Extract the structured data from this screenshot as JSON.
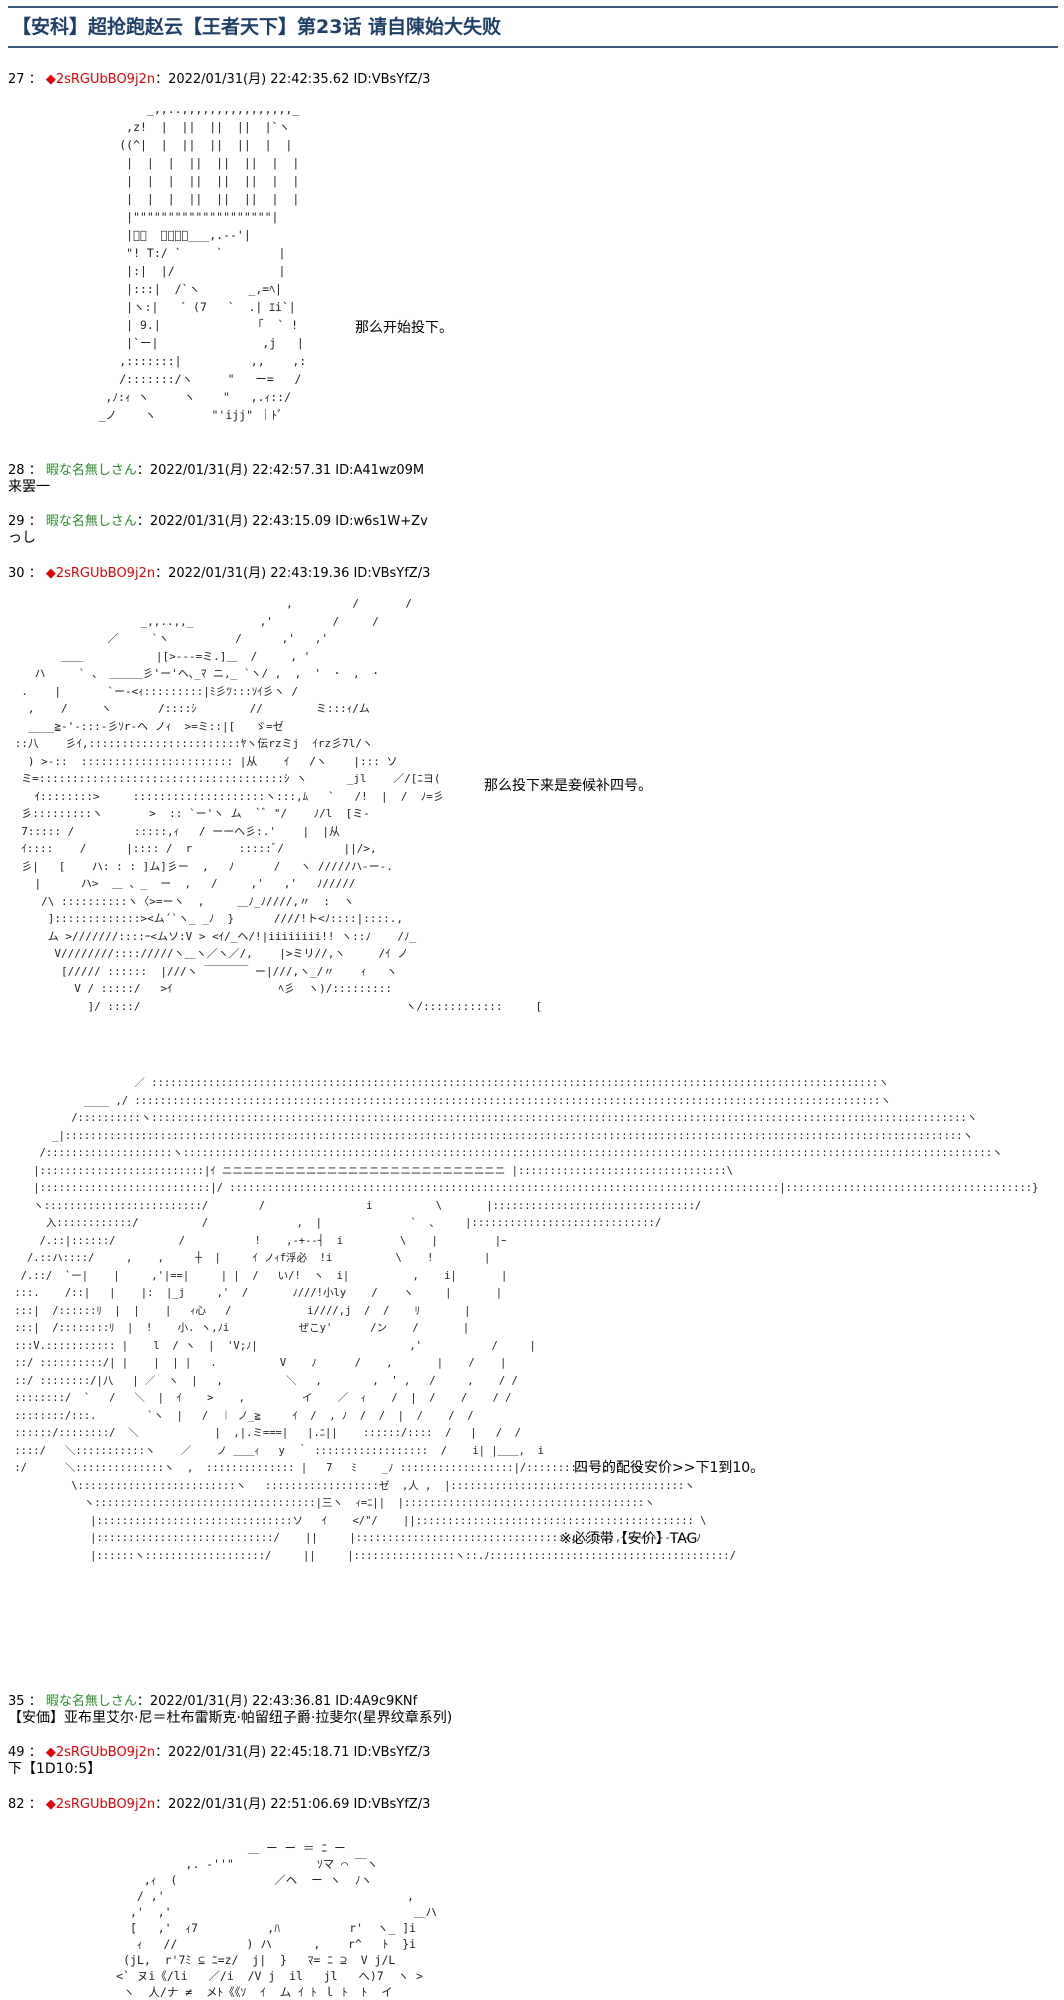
{
  "page": {
    "title": "【安科】超抢跑赵云【王者天下】第23话 请自陳始大失败"
  },
  "posts": [
    {
      "num": "27",
      "sep": "：",
      "diamond": "◆",
      "name": "2sRGUbBO9j2n",
      "name_type": "trip",
      "meta": "：2022/01/31(月) 22:42:35.62 ID:VBsYfZ/3",
      "body": ""
    },
    {
      "num": "28",
      "sep": "：",
      "diamond": "",
      "name": "暇な名無しさん",
      "name_type": "anon",
      "meta": "：2022/01/31(月) 22:42:57.31 ID:A41wz09M",
      "body": "来罢一"
    },
    {
      "num": "29",
      "sep": "：",
      "diamond": "",
      "name": "暇な名無しさん",
      "name_type": "anon",
      "meta": "：2022/01/31(月) 22:43:15.09 ID:w6s1W+Zv",
      "body": "っし"
    },
    {
      "num": "30",
      "sep": "：",
      "diamond": "◆",
      "name": "2sRGUbBO9j2n",
      "name_type": "trip",
      "meta": "：2022/01/31(月) 22:43:19.36 ID:VBsYfZ/3",
      "body": ""
    },
    {
      "num": "35",
      "sep": "：",
      "diamond": "",
      "name": "暇な名無しさん",
      "name_type": "anon",
      "meta": "：2022/01/31(月) 22:43:36.81 ID:4A9c9KNf",
      "body": "【安価】亚布里艾尔·尼＝杜布雷斯克·帕留纽子爵·拉斐尔(星界纹章系列)"
    },
    {
      "num": "49",
      "sep": "：",
      "diamond": "◆",
      "name": "2sRGUbBO9j2n",
      "name_type": "trip",
      "meta": "：2022/01/31(月) 22:45:18.71 ID:VBsYfZ/3",
      "body": "下【1D10:5】"
    },
    {
      "num": "82",
      "sep": "：",
      "diamond": "◆",
      "name": "2sRGUbBO9j2n",
      "name_type": "trip",
      "meta": "：2022/01/31(月) 22:51:06.69 ID:VBsYfZ/3",
      "body": ""
    }
  ],
  "captions": {
    "c27": "那么开始投下。",
    "c30": "那么投下来是妾候补四号。",
    "c30b_1": "四号的配役安价>>下1到10。",
    "c30b_2": "※必须带【安价】TAG"
  },
  "ascii_art": {
    "aa27": "              _,,..,,,,,,,,,,,,,,,,_\n           ,z!  |  ||  ||  ||  |`ヽ\n          ((^|  |  ||  ||  ||  |  |\n           |  |  |  ||  ||  ||  |  |\n           |  |  |  ||  ||  ||  |  |\n           |  |  |  ||  ||  ||  |  |\n           |\"\"\"\"\"\"\"\"\"\"\"\"\"\"\"\"\"\"\"\"|\n           |ﾟ。  ＿＿＿。___,.-‐'|\n           \"! T:/ `     `        |\n           |:|  |/               |\n           |:::|  /`ヽ       _,=ﾍ|\n           |ヽ:|   ´ (7   `  .| ｴi`|\n           | 9.|              ｢  ` !\n           |`ー|               ,j   |\n          ,:::::::|          ,,    ,:\n          /:::::::/ヽ     \"   ー=   /\n        ,ﾉ:ｨ ヽ     ヽ    \"   ,.ｨ::/\n       _ノ    ヽ        \"'ijj\" ｜ﾄﾞ",
    "aa30": "                                          ,         /       /\n                    _,,..,,_          ,'         /     /\n               ／     `ヽ          /      ,'   ,'\n        ＿＿           |[>---=ミ.]＿  /     , '\n    ハ     ` 、 ＿＿＿彡'ー'ヘ､_ﾏ ニ,_ `ヽ/ ,  ,  '  ･  ,  ･\n  .    |       `ー-<ｨ:::::::::|ﾐ彡ﾂ:::ｿｲ彡ヽ /\n   ,    /     ヽ       /::::ｼ        //        ミ:::ｨ/ム\n   ____≧-'-:::-彡ｿr-ヘ ノｨ  >=ミ::|[   ゞ=ゼ\n ::八    彡ｲ,:::::::::::::::::::::::ﾔヽ伝rzミj  ｲrz彡7l/ヽ\n   ) >-::  ::::::::::::::::::::::: |从    ｲ   /ヽ    |::: ソ\n  ミ=:::::::::::::::::::::::::::::::::::::ｼ ヽ      _jl    ／/[ﾆヨ(\n    ｲ::::::::>     ::::::::::::::::::::ヽ:::,ﾑ   `   /!  |  /  ﾉ=彡\n  彡:::::::::ヽ       >  :: `ー'ヽ ム  `ﾞ \"/    ﾉ/l  [ミ-\n  7::::: /         :::::,ｨ   / ーーヘ彡:.'    |  |从\n  ｲ::::    /      |:::: /  r       :::::ﾞ/         ||/>,\n  彡|   [    ハ: : : ]ム]彡ー  ,   ﾉ      /   ヽ /////ハ-ー-.\n    |      ハ>  ＿ 、_  ー  ,   /     ,'   ,'   ﾉ/////\n     /\\ ::::::::::ヽ〈>=ーヽ  ,     ＿ﾉ_ﾉ////,〃  :  ヽ\n      ]:::::::::::::><ム´`ヽ_ _ﾉ  }      ////!ト<ﾉ::::|::::.,\n      ム >///////::::ｰ<ムソ:V > <ｲ/_ヘ/!|iiiiiiii!! ヽ::ﾉ    /ﾉ_\n       V////////:::://///ヽ＿ヽ／ヽ／/,    |>ミリ//,ヽ     /ｲ ノ\n        [///// ::::::  |///ヽ ￣￣￣￣ ー|///,ヽ_/〃    ｨ   ヽ\n          V / :::::/   >ｲ                ﾍ彡  ヽ)/:::::::::\n            ]/ ::::/                                        ヽ/::::::::::::     [",
    "aa30b": "                    ／ :::::::::::::::::::::::::::::::::::::::::::::::::::::::::::::::::::::::::::::::::::::::::::::::::::::::::::::::::::ヽ\n            ____ ,/ ::::::::::::::::::::::::::::::::::::::::::::::::::::::::::::::::::::::::::::::::::::::::::::::::::::::::::::::::::::::ヽ\n          /::::::::::ヽ:::::::::::::::::::::::::::::::::::::::::::::::::::::::::::::::::::::::::::::::::::::::::::::::::::::::::::::::::::::::::::::::::ヽ\n       _|::::::::::::::::::::::::::::::::::::::::::::::::::::::::::::::::::::::::::::::::::::::::::::::::::::::::::::::::::::::::::::::::::::::::::::::ヽ\n     /::::::::::::::::::::ヽ::::::::::::::::::::::::::::::::::::::::::::::::::::::::::::::::::::::::::::::::::::::::::::::::::::::::::::::::::::::::::::::::ヽ\n    |::::::::::::::::::::::::::|ｲ ニニニニニニニニニニニニニニニニニニニニニニニニニニニ |:::::::::::::::::::::::::::::::::\\\n    |:::::::::::::::::::::::::::|/ :::::::::::::::::::::::::::::::::::::::::::::::::::::::::::::::::::::::::::::::::::::::|:::::::::::::::::::::::::::::::::::::::}\n    ヽ:::::::::::::::::::::::::/        /                i          \\       |::::::::::::::::::::::::::::::::/\n      入::::::::::::/          /              ,  |              `  、    |:::::::::::::::::::::::::::::/\n     /.::|::::::/          /           !    ,-+--┤  i         \\    |         |ｰ\n   /.::ハ::::/     ,    ,     ┼  |     ｲ ノｨf浮必  !i          \\    !        |\n  /.::/  `ー|    |     ,'|==|     | |  /   い/!  ヽ  i|          ,    i|       |\n :::.    /::|   |    |:  |_j     ,'  /       ﾉ///!小ly    /    ヽ     |       |\n :::|  /::::::ﾘ  |  |    |   ｨ心   /            i////,j  /  /    ﾘ       |\n :::|  /::::::::ﾘ  |  !    小. ヽ,ﾉi           ぜこy'      /ン    /       |\n :::V.::::::::::: |    l  / ヽ  |  'V;ﾉ|                        ,'           /     |\n ::/ ::::::::::/| |    |  | |   .          V    ﾉ      /    ,       |    /    |\n ::/ ::::::::/|八   | ／  ヽ  |   ,          ＼   ,        ,  ' ,   /     ,    / /\n ::::::::/  `   /   ＼  |  ｲ    >    ,         イ    ／  ｨ    /  |  /    /    / /\n ::::::::/:::.        `ヽ  |   /  ︱ ノ_≧     ｲ  /  , ﾉ  /  /  |  /    /  /\n ::::::/::::::::/  ＼            |  ,|.ミ===|   |.ﾆ||    ::::::/::::  /   |   /  /\n ::::/   ＼:::::::::::ヽ    ／    ノ ＿＿ｨ   y  ｀ ::::::::::::::::::  /    i| |＿＿,  i\n :/      ＼::::::::::::::ヽ  ,  :::::::::::::: |   7   ﾐ    _ﾉ ::::::::::::::::::|/:::::::::::::::: ヽ\n          \\:::::::::::::::::::::::::ヽ   ::::::::::::::::::ゼ  ,人 ,  |:::::::::::::::::::::::::::::::::::::ヽ\n            ヽ:::::::::::::::::::::::::::::::::::|三ヽ  ｨ=ﾆ||  |::::::::::::::::::::::::::::::::::::::ヽ\n             |:::::::::::::::::::::::::::::::ソ   ｲ    </\"/    ||:::::::::::::::::::::::::::::::::::::::::::: \\\n             |::::::::::::::::::::::::::::/    ||     |:::::::::::::::::::::::::::::::::::::::::,ｲ-----------ﾉ\n             |::::::ヽ:::::::::::::::::::/     ||     |::::::::::::::::ヽ::.ﾉ::::::::::::::::::::::::::::::::::::::/",
    "aa82": "                              ＿ ー ー ＝ ﾆ ー\n                     ,. -''\"            ｿマ ⌒ ￣ヽ\n               ,ｨ  (              ／ヘ  ー ヽ  ﾉヽ\n              / ,'                                   ,\n             ,'  ,'                                   ＿ハ\n             [   ,'  ｨ7          ,ﾊ          r'  ヽ_ ]i\n              ｨ   //          ) ハ      ,    r^   ﾄ  }i\n            (jL,  r'7ﾐ ⊆ ﾆ=z/  j|  }   ﾏ= ﾆ ⊇  V j/L\n           <` ヌi《/li   ／/i  /V j  il   jl   へ)7  ヽ >\n            ヽ  人/ナ ≠  メﾄ《《ｿ  ｲ  ム ｲ ﾄ ｌ ﾄ  ﾄ  イ"
  }
}
